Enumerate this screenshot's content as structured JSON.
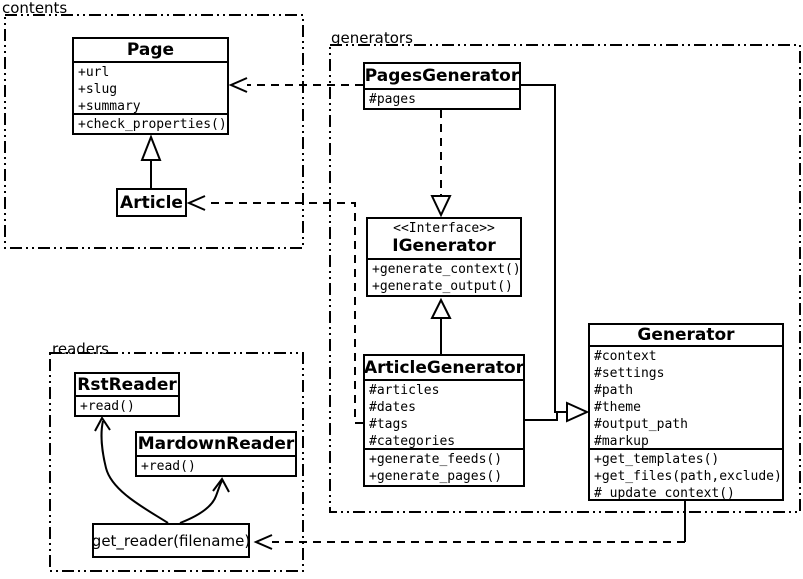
{
  "colors": {
    "line": "#000000",
    "background": "#ffffff"
  },
  "packages": {
    "contents": {
      "label": "contents"
    },
    "generators": {
      "label": "generators"
    },
    "readers": {
      "label": "readers"
    }
  },
  "classes": {
    "page": {
      "name": "Page",
      "attrs": [
        "+url",
        "+slug",
        "+summary"
      ],
      "methods": [
        "+check_properties()"
      ]
    },
    "article": {
      "name": "Article"
    },
    "pages_generator": {
      "name": "PagesGenerator",
      "attrs": [
        "#pages"
      ]
    },
    "igenerator": {
      "stereotype": "<<Interface>>",
      "name": "IGenerator",
      "methods": [
        "+generate_context()",
        "+generate_output()"
      ]
    },
    "article_generator": {
      "name": "ArticleGenerator",
      "attrs": [
        "#articles",
        "#dates",
        "#tags",
        "#categories"
      ],
      "methods": [
        "+generate_feeds()",
        "+generate_pages()"
      ]
    },
    "generator": {
      "name": "Generator",
      "attrs": [
        "#context",
        "#settings",
        "#path",
        "#theme",
        "#output_path",
        "#markup"
      ],
      "methods": [
        "+get_templates()",
        "+get_files(path,exclude)",
        "#_update_context()"
      ]
    },
    "rst_reader": {
      "name": "RstReader",
      "methods": [
        "+read()"
      ]
    },
    "mardown_reader": {
      "name": "MardownReader",
      "methods": [
        "+read()"
      ]
    },
    "get_reader": {
      "label": "get_reader(filename)"
    }
  }
}
